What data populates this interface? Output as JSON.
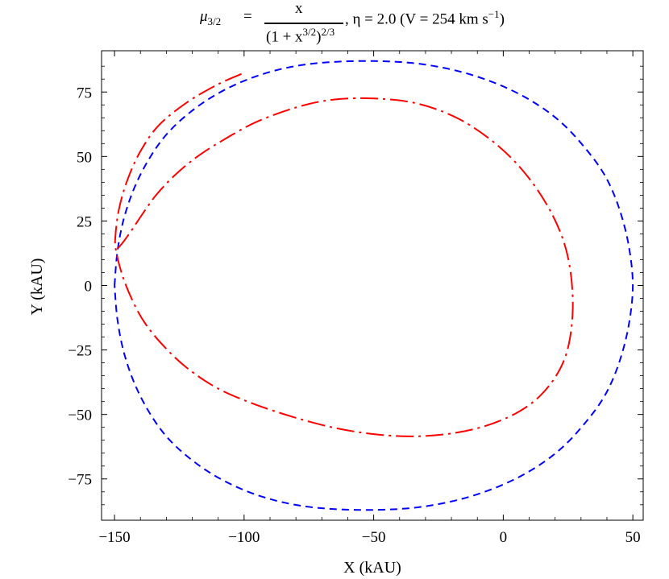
{
  "title": {
    "mu_symbol": "μ",
    "mu_subscript": "3/2",
    "equals": "=",
    "numerator": "x",
    "denominator_start": "(1 + x",
    "denominator_inner_sup": "3/2",
    "denominator_end": ")",
    "denominator_outer_sup": "2/3",
    "tail_start": ", η = 2.0 (V = 254 km s",
    "tail_sup": "−1",
    "tail_end": ")"
  },
  "chart_data": {
    "type": "line",
    "xlabel": "X (kAU)",
    "ylabel": "Y (kAU)",
    "xlim": [
      -155,
      54
    ],
    "ylim": [
      -91,
      91
    ],
    "xticks": [
      -150,
      -100,
      -50,
      0,
      50
    ],
    "yticks": [
      -75,
      -50,
      -25,
      0,
      25,
      50,
      75
    ],
    "xtick_labels": [
      "−150",
      "−100",
      "−50",
      "0",
      "50"
    ],
    "ytick_labels": [
      "−75",
      "−50",
      "−25",
      "0",
      "25",
      "50",
      "75"
    ],
    "grid": false,
    "series": [
      {
        "style": "dashed",
        "color": "#0000ff",
        "x": [
          -150,
          -148.9,
          -146.5,
          -142.5,
          -137,
          -130,
          -121,
          -110,
          -97,
          -83,
          -68,
          -50,
          -33,
          -17,
          -2,
          11,
          22,
          31,
          39,
          44.5,
          48.3,
          50,
          48.3,
          44.5,
          39,
          31,
          22,
          11,
          -2,
          -17,
          -33,
          -50,
          -68,
          -83,
          -97,
          -110,
          -121,
          -130,
          -137,
          -142.5,
          -146.5,
          -148.9,
          -150
        ],
        "y": [
          0,
          13,
          25.5,
          37.5,
          48.5,
          58.5,
          67,
          74.5,
          80.5,
          84.5,
          86.5,
          87,
          86,
          83,
          78,
          71.5,
          63.5,
          54,
          43,
          30.5,
          16,
          0,
          -16,
          -30.5,
          -43,
          -54,
          -63.5,
          -71.5,
          -78,
          -83,
          -86,
          -87,
          -86.5,
          -84.5,
          -80.5,
          -74.5,
          -67,
          -58.5,
          -48.5,
          -37.5,
          -25.5,
          -13,
          0
        ]
      },
      {
        "style": "dash-dot",
        "color": "#ff0000",
        "x": [
          -101,
          -110,
          -122,
          -133,
          -140,
          -145,
          -148.2,
          -149.6,
          -149.5,
          -147,
          -143,
          -138,
          -131,
          -122,
          -110,
          -96,
          -81,
          -66,
          -51,
          -36,
          -21,
          -7,
          5,
          14,
          21,
          25,
          26.8,
          26,
          23,
          17,
          8,
          -3,
          -17,
          -33,
          -50,
          -66,
          -80,
          -95,
          -107,
          -118,
          -127,
          -134,
          -139,
          -143,
          -146.5,
          -148.6,
          -149.5
        ],
        "y": [
          82,
          78,
          71,
          62,
          52,
          41,
          30,
          20,
          14,
          4,
          -6,
          -15,
          -23.5,
          -32,
          -40,
          -46,
          -51,
          -55,
          -57.5,
          -58.5,
          -57.5,
          -54.5,
          -49.5,
          -43,
          -34,
          -24,
          -10,
          5,
          18,
          31,
          44,
          55,
          64.5,
          70.5,
          72.5,
          72,
          69,
          63.5,
          57,
          50,
          42.5,
          35,
          28,
          22,
          17,
          14.5,
          13
        ]
      }
    ]
  }
}
